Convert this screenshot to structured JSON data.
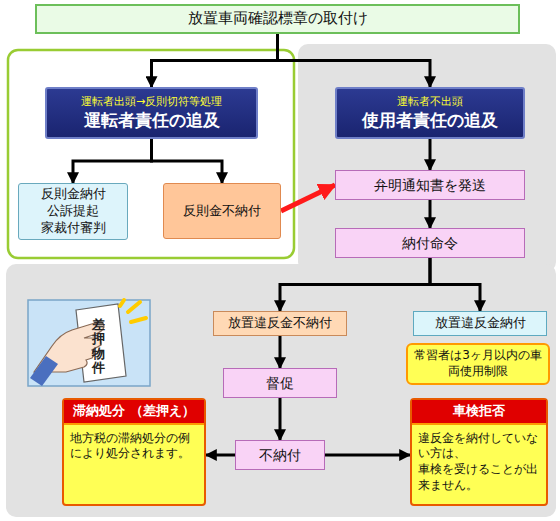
{
  "diagram": {
    "nodes": [
      {
        "text": [
          "放置車両確認標章の取付け"
        ]
      },
      {
        "text": [
          "運転者出頭→反則切符等処理",
          "運転者責任の追及"
        ]
      },
      {
        "text": [
          "運転者不出頭",
          "使用者責任の追及"
        ]
      },
      {
        "text": [
          "反則金納付 公訴提起 家裁付審判"
        ]
      },
      {
        "text": [
          "反則金不納付"
        ]
      },
      {
        "text": [
          "弁明通知書を発送"
        ]
      },
      {
        "text": [
          "納付命令"
        ]
      },
      {
        "text": [
          "放置違反金不納付"
        ]
      },
      {
        "text": [
          "放置違反金納付"
        ]
      },
      {
        "text": [
          "常習者は3ヶ月以内の車両使用制限"
        ]
      },
      {
        "text": [
          "督促"
        ]
      },
      {
        "text": [
          "不納付"
        ]
      },
      {
        "text": [
          "滞納処分 （差押え）",
          "地方税の滞納処分の例により処分されます。"
        ]
      },
      {
        "text": [
          "車検拒否",
          "違反金を納付していない方は、車検を受けることが出来ません。"
        ]
      }
    ],
    "edges": [
      {
        "from": 0,
        "to": 1,
        "arrow": "to"
      },
      {
        "from": 0,
        "to": 2,
        "arrow": "to"
      },
      {
        "from": 1,
        "to": 3,
        "arrow": "to"
      },
      {
        "from": 1,
        "to": 4,
        "arrow": "to"
      },
      {
        "from": 4,
        "to": 5,
        "arrow": "to"
      },
      {
        "from": 2,
        "to": 5,
        "arrow": "to"
      },
      {
        "from": 5,
        "to": 6,
        "arrow": "to"
      },
      {
        "from": 6,
        "to": 7,
        "arrow": "to"
      },
      {
        "from": 6,
        "to": 8,
        "arrow": "to"
      },
      {
        "from": 7,
        "to": 10,
        "arrow": "to"
      },
      {
        "from": 10,
        "to": 11,
        "arrow": "to"
      },
      {
        "from": 11,
        "to": 12,
        "arrow": "to"
      },
      {
        "from": 11,
        "to": 13,
        "arrow": "to"
      }
    ],
    "labels": [
      "差押物件"
    ]
  }
}
